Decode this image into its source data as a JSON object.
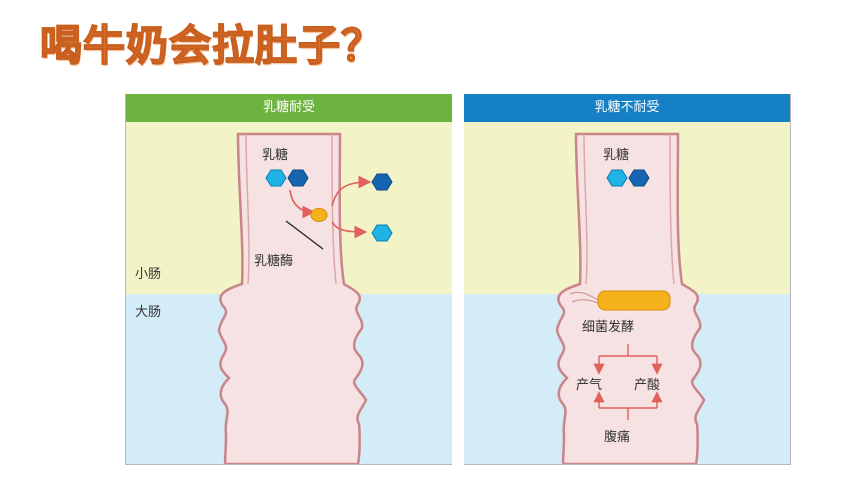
{
  "title": "喝牛奶会拉肚子？",
  "colors": {
    "title": "#f0823a",
    "tolerant_header": "#6db33f",
    "intolerant_header": "#1680c6",
    "small_intestine_bg": "#f2f4c8",
    "large_intestine_bg": "#d3ecf8",
    "intestine_fill": "#f6e2e3",
    "intestine_wall": "#c98588",
    "lactose_light": "#1fb3e6",
    "lactose_dark": "#1565b0",
    "enzyme": "#f6b21b",
    "arrow": "#e0605a"
  },
  "left_panel": {
    "header": "乳糖耐受",
    "lactose_label": "乳糖",
    "enzyme_label": "乳糖酶",
    "small_intestine_label": "小肠",
    "large_intestine_label": "大肠"
  },
  "right_panel": {
    "header": "乳糖不耐受",
    "lactose_label": "乳糖",
    "bacteria_label": "细菌发酵",
    "gas_label": "产气",
    "acid_label": "产酸",
    "pain_label": "腹痛"
  }
}
